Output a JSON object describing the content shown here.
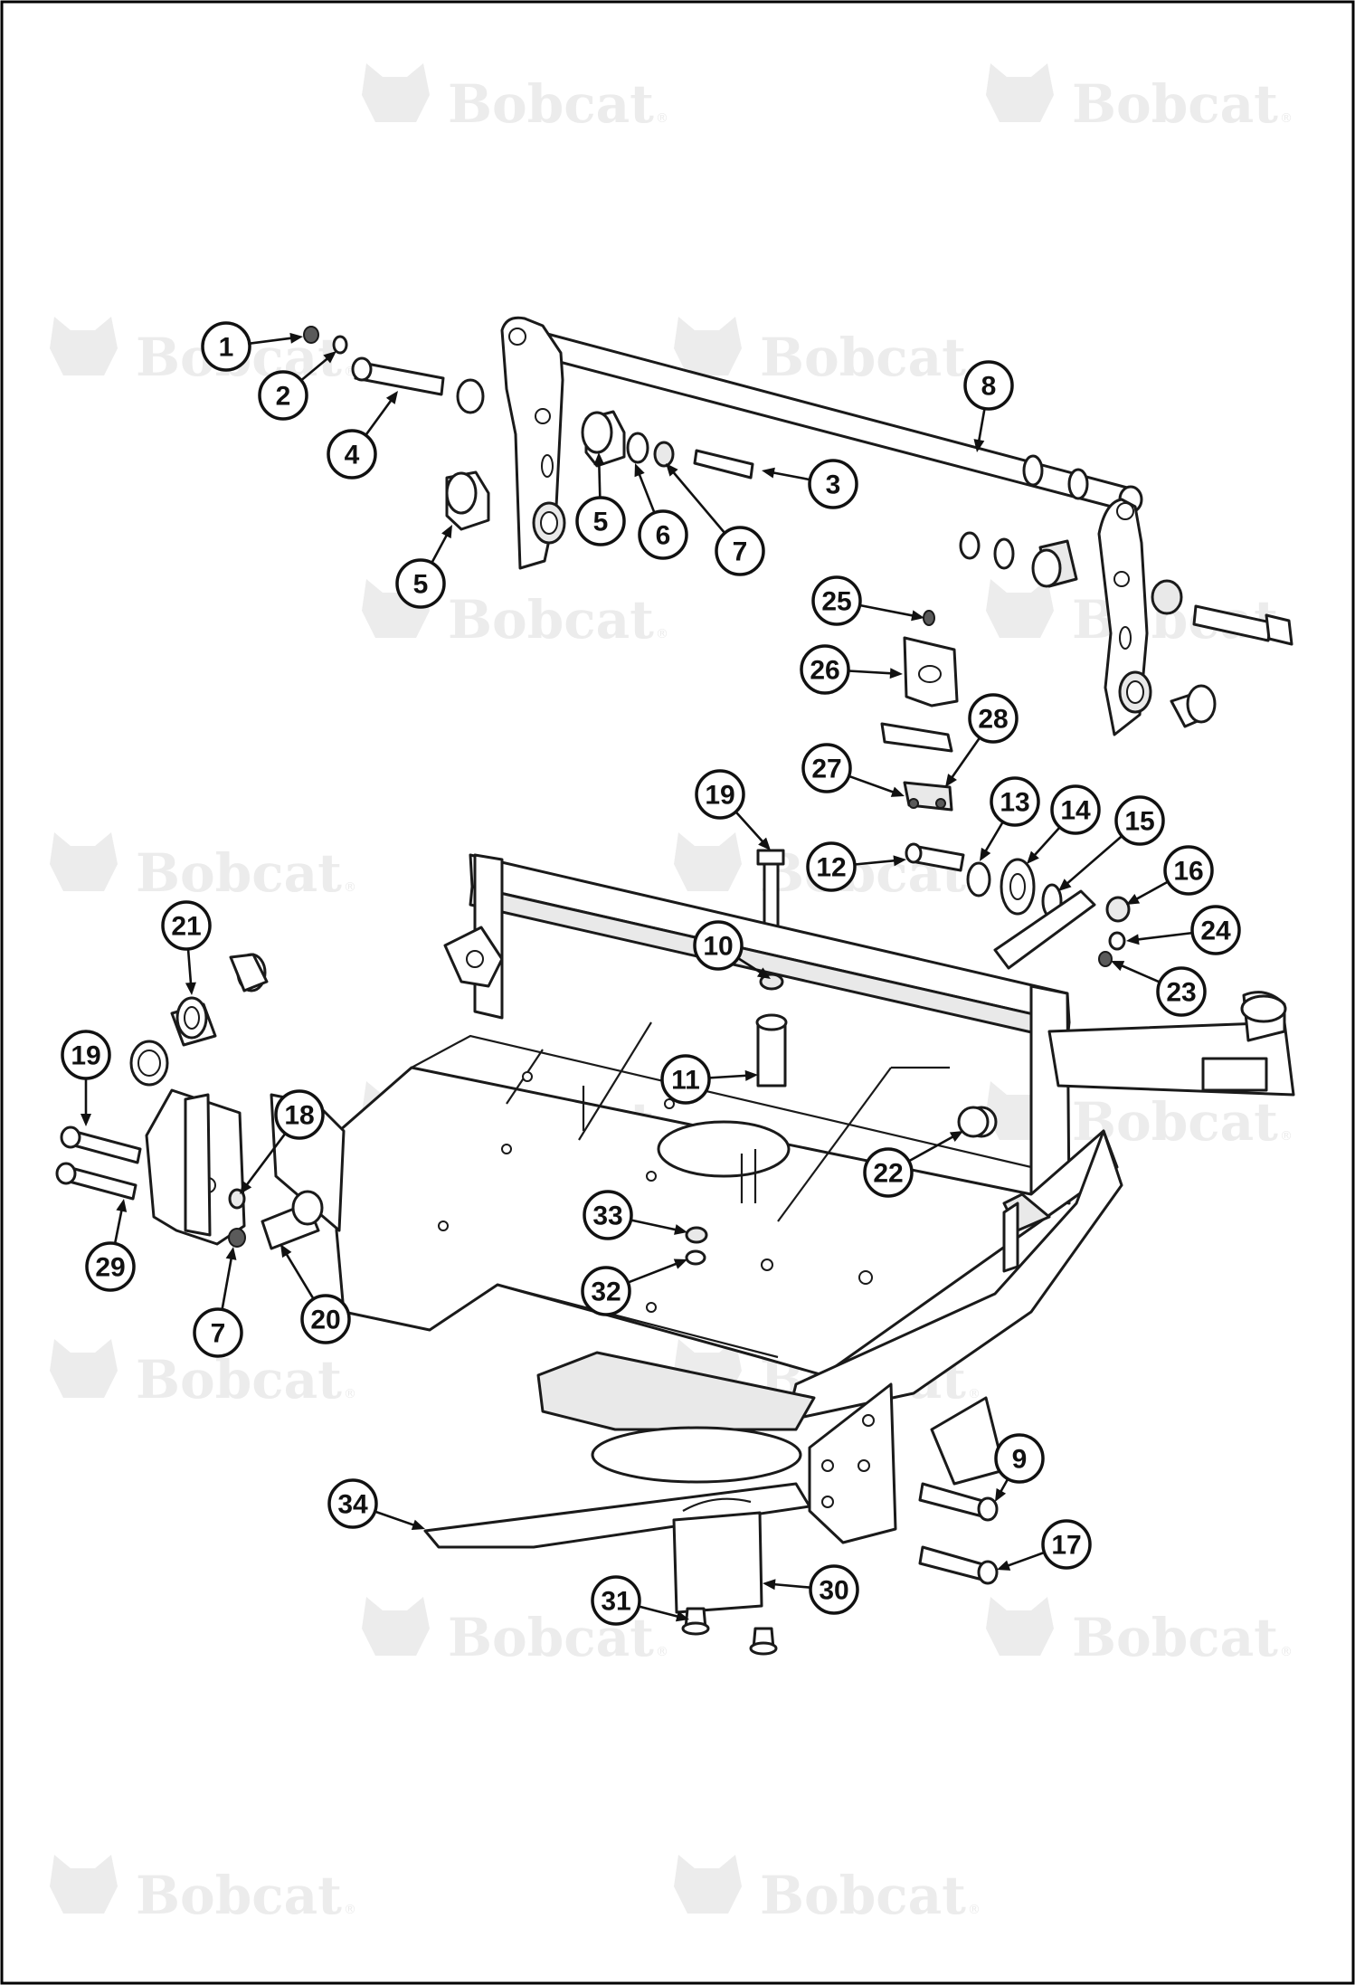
{
  "watermark": {
    "brand": "Bobcat",
    "registered_mark": "®",
    "logo_icon": "bobcat-head-logo-icon",
    "color": "#ececec"
  },
  "diagram": {
    "border_color": "#000000",
    "line_color": "#1a1a1a",
    "callouts": [
      {
        "id": "c1",
        "label": "1"
      },
      {
        "id": "c2",
        "label": "2"
      },
      {
        "id": "c3",
        "label": "3"
      },
      {
        "id": "c4",
        "label": "4"
      },
      {
        "id": "c5a",
        "label": "5"
      },
      {
        "id": "c5b",
        "label": "5"
      },
      {
        "id": "c6",
        "label": "6"
      },
      {
        "id": "c7a",
        "label": "7"
      },
      {
        "id": "c7b",
        "label": "7"
      },
      {
        "id": "c8",
        "label": "8"
      },
      {
        "id": "c9",
        "label": "9"
      },
      {
        "id": "c10",
        "label": "10"
      },
      {
        "id": "c11",
        "label": "11"
      },
      {
        "id": "c12",
        "label": "12"
      },
      {
        "id": "c13",
        "label": "13"
      },
      {
        "id": "c14",
        "label": "14"
      },
      {
        "id": "c15",
        "label": "15"
      },
      {
        "id": "c16",
        "label": "16"
      },
      {
        "id": "c17",
        "label": "17"
      },
      {
        "id": "c18",
        "label": "18"
      },
      {
        "id": "c19a",
        "label": "19"
      },
      {
        "id": "c19b",
        "label": "19"
      },
      {
        "id": "c20",
        "label": "20"
      },
      {
        "id": "c21",
        "label": "21"
      },
      {
        "id": "c22",
        "label": "22"
      },
      {
        "id": "c23",
        "label": "23"
      },
      {
        "id": "c24",
        "label": "24"
      },
      {
        "id": "c25",
        "label": "25"
      },
      {
        "id": "c26",
        "label": "26"
      },
      {
        "id": "c27",
        "label": "27"
      },
      {
        "id": "c28",
        "label": "28"
      },
      {
        "id": "c29",
        "label": "29"
      },
      {
        "id": "c30",
        "label": "30"
      },
      {
        "id": "c31",
        "label": "31"
      },
      {
        "id": "c32",
        "label": "32"
      },
      {
        "id": "c33",
        "label": "33"
      },
      {
        "id": "c34",
        "label": "34"
      }
    ]
  }
}
